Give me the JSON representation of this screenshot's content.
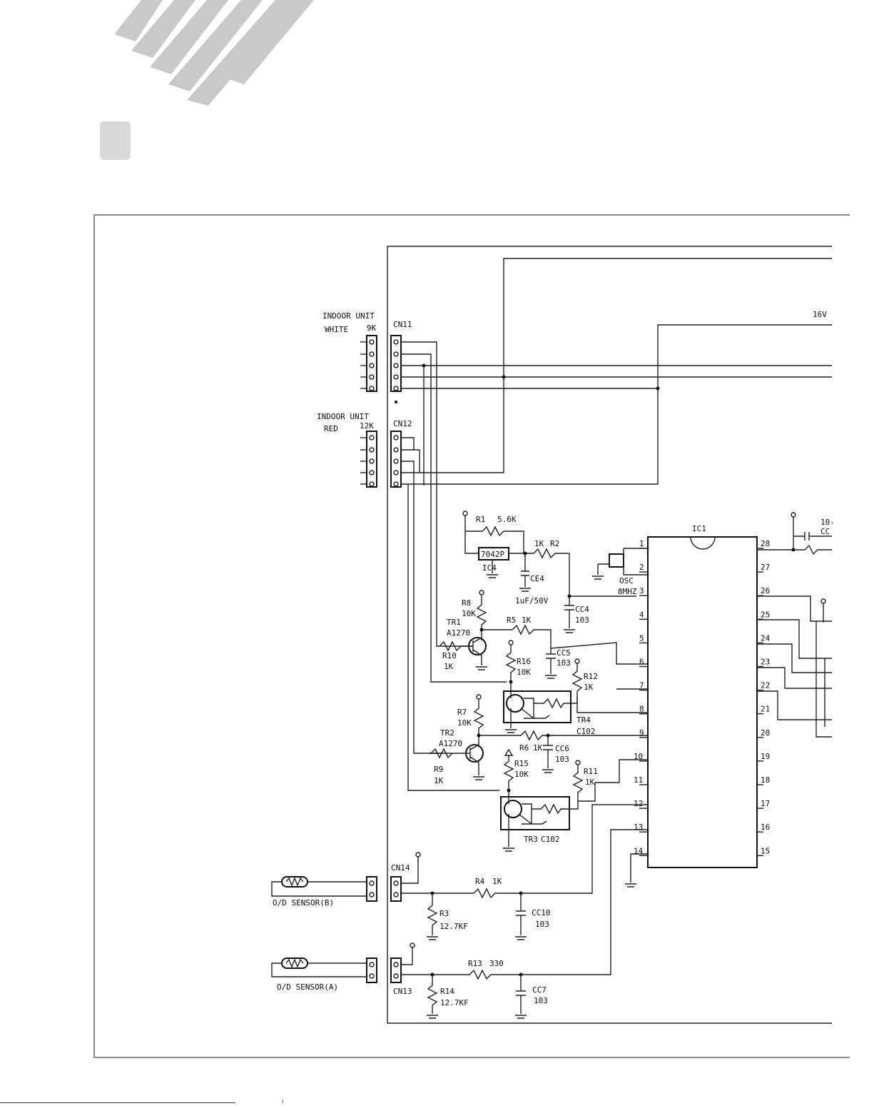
{
  "connectors": {
    "indoor_white": {
      "line1": "INDOOR  UNIT",
      "line2": "WHITE",
      "btu": "9K",
      "name": "CN11"
    },
    "indoor_red": {
      "line1": "INDOOR  UNIT",
      "line2": "RED",
      "btu": "12K",
      "name": "CN12"
    },
    "sensor_b": {
      "label": "O/D SENSOR(B)",
      "name": "CN14"
    },
    "sensor_a": {
      "label": "O/D SENSOR(A)",
      "name": "CN13"
    }
  },
  "supply_label": "16V",
  "components": {
    "r1": {
      "name": "R1",
      "value": "5.6K"
    },
    "r2": {
      "name": "R2",
      "value": "1K"
    },
    "ic4": {
      "name": "IC4",
      "part": "7042P"
    },
    "ce4": {
      "name": "CE4",
      "value": "1uF/50V"
    },
    "r8": {
      "name": "R8",
      "value": "10K"
    },
    "tr1": {
      "name": "TR1",
      "part": "A1270"
    },
    "r5": {
      "name": "R5",
      "value": "1K"
    },
    "r10": {
      "name": "R10",
      "value": "1K"
    },
    "cc4": {
      "name": "CC4",
      "value": "103"
    },
    "cc5": {
      "name": "CC5",
      "value": "103"
    },
    "r16": {
      "name": "R16",
      "value": "10K"
    },
    "r12": {
      "name": "R12",
      "value": "1K"
    },
    "tr4": {
      "name": "TR4",
      "part": "C102"
    },
    "r7": {
      "name": "R7",
      "value": "10K"
    },
    "tr2": {
      "name": "TR2",
      "part": "A1270"
    },
    "r6": {
      "name": "R6",
      "value": "1K"
    },
    "cc6": {
      "name": "CC6",
      "value": "103"
    },
    "r9": {
      "name": "R9",
      "value": "1K"
    },
    "r15": {
      "name": "R15",
      "value": "10K"
    },
    "r11": {
      "name": "R11",
      "value": "1K"
    },
    "tr3": {
      "name": "TR3",
      "part": "C102"
    },
    "osc": {
      "line1": "OSC",
      "line2": "8MHZ"
    },
    "ic1": {
      "name": "IC1"
    },
    "r4": {
      "name": "R4",
      "value": "1K"
    },
    "r3": {
      "name": "R3",
      "value": "12.7KF"
    },
    "cc10": {
      "name": "CC10",
      "value": "103"
    },
    "r13": {
      "name": "R13",
      "value": "330"
    },
    "r14": {
      "name": "R14",
      "value": "12.7KF"
    },
    "cc7": {
      "name": "CC7",
      "value": "103"
    },
    "cap_top_right": {
      "line1": "10-",
      "line2": "CC"
    }
  },
  "ic1_pins_left": [
    "1",
    "2",
    "3",
    "4",
    "5",
    "6",
    "7",
    "8",
    "9",
    "10",
    "11",
    "12",
    "13",
    "14"
  ],
  "ic1_pins_right": [
    "28",
    "27",
    "26",
    "25",
    "24",
    "23",
    "22",
    "21",
    "20",
    "19",
    "18",
    "17",
    "16",
    "15"
  ],
  "colors": {
    "stripe": "#c9c9c9",
    "frame": "#8a8a8a",
    "ink": "#111111",
    "bullet": "#d9d9d9"
  }
}
